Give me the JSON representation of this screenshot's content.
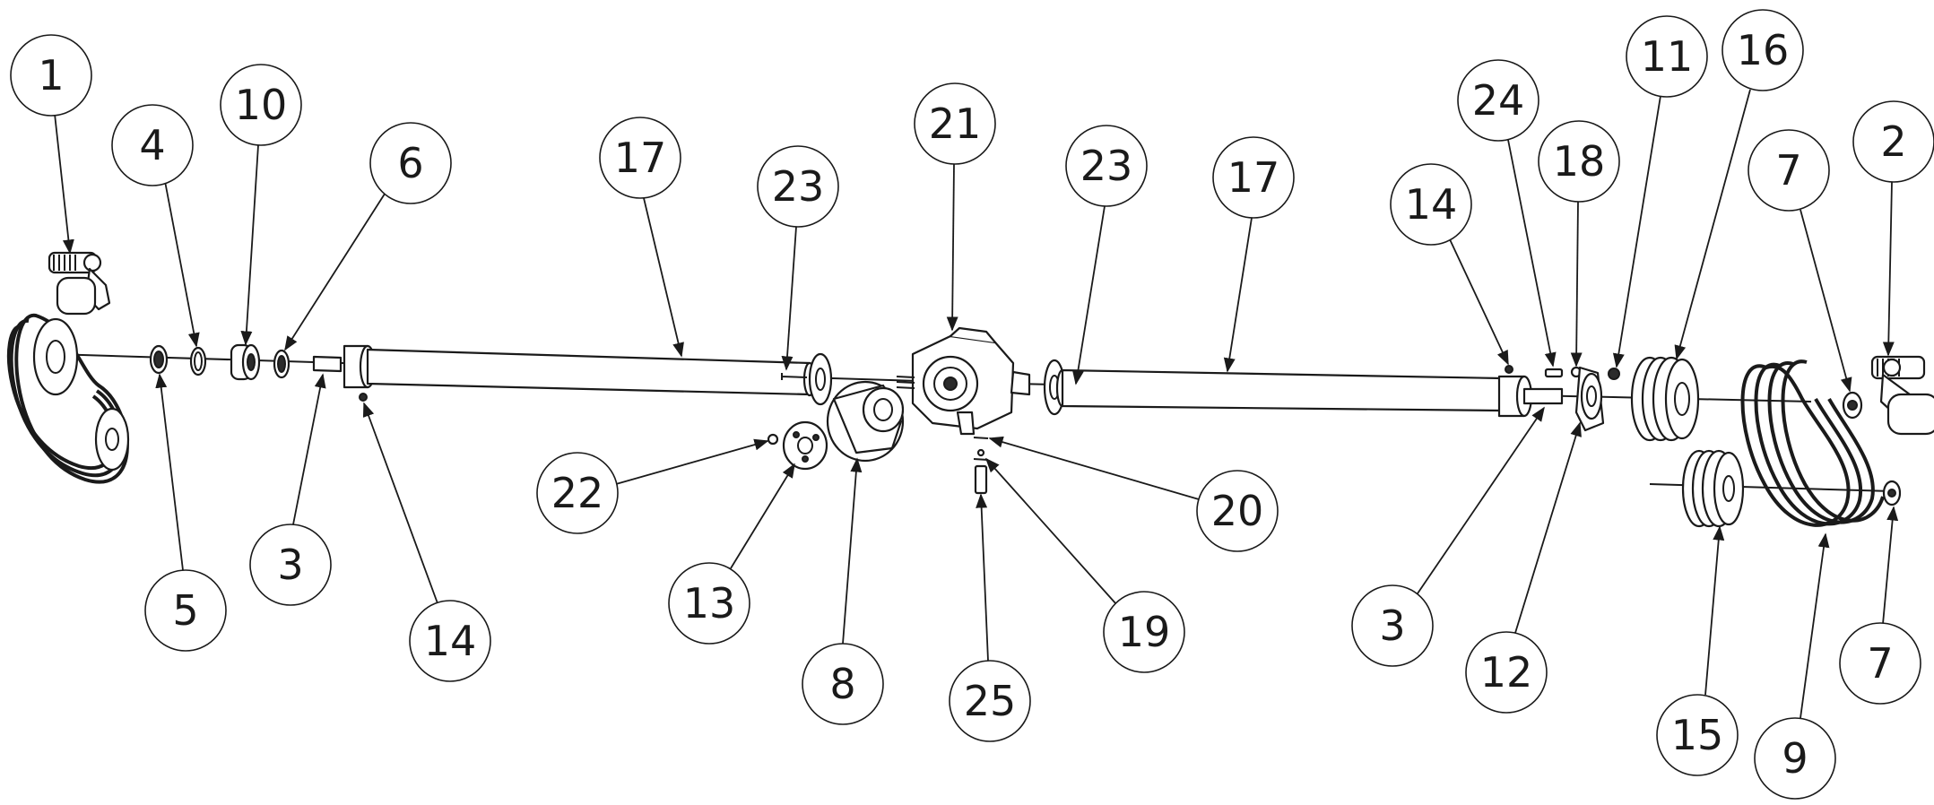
{
  "callouts": [
    "1",
    "4",
    "10",
    "6",
    "17",
    "23",
    "21",
    "23",
    "17",
    "14",
    "24",
    "18",
    "11",
    "16",
    "7",
    "2",
    "5",
    "3",
    "14",
    "22",
    "13",
    "8",
    "25",
    "20",
    "19",
    "3",
    "12",
    "15",
    "9",
    "7"
  ]
}
